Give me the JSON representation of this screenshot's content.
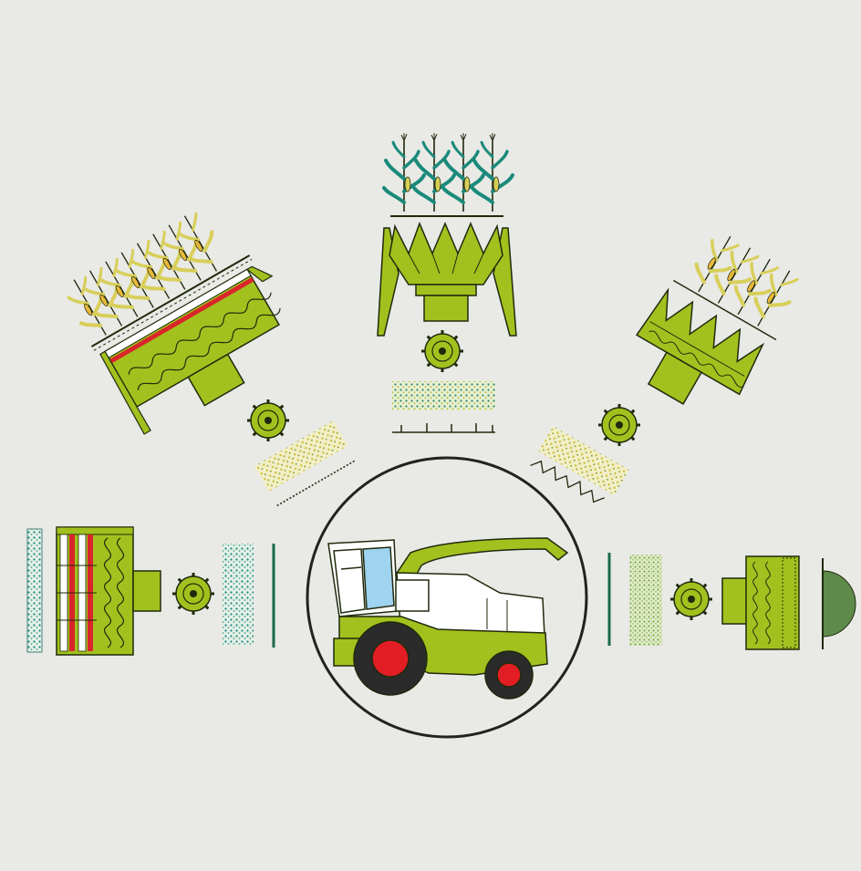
{
  "diagram": {
    "colors": {
      "background": "#e9e9e6",
      "machine_green": "#a3c11e",
      "machine_green_dark": "#7f9a12",
      "outline": "#1f2a0c",
      "reel_red": "#d8262a",
      "wheel_red": "#e21d24",
      "tire": "#2b2b2b",
      "cab_glass": "#9fd3f0",
      "body_white": "#ffffff",
      "plant_teal": "#1a8a7a",
      "plant_yellow": "#d8cf5a",
      "plant_green": "#3f9a3a",
      "circle_line": "#222222"
    },
    "center": {
      "name": "forage-harvester",
      "icon": "forage-harvester-icon"
    },
    "attachments": [
      {
        "name": "maize-header-top",
        "icon": "corn-header-icon",
        "crop": "maize-stalks"
      },
      {
        "name": "pickup-header-upper-left",
        "icon": "cutter-bar-header-icon",
        "crop": "cereal-stalks"
      },
      {
        "name": "corn-header-upper-right",
        "icon": "corn-header-icon",
        "crop": "maize-stalks"
      },
      {
        "name": "mower-header-left",
        "icon": "reel-header-icon",
        "crop": "grass-windrow"
      },
      {
        "name": "pickup-header-right",
        "icon": "pickup-header-icon",
        "crop": "grass-swath"
      }
    ]
  }
}
